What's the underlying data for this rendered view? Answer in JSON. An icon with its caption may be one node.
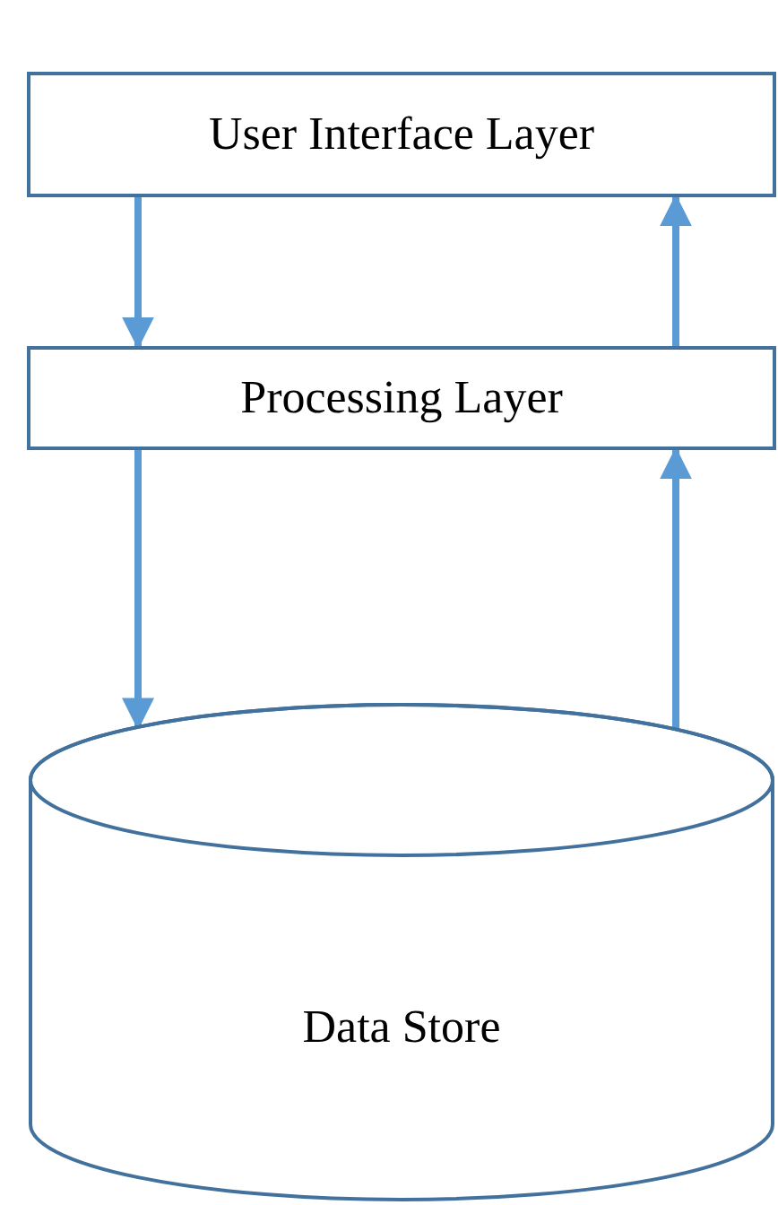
{
  "diagram": {
    "nodes": [
      {
        "text": [
          "User Interface Layer"
        ]
      },
      {
        "text": [
          "Processing Layer"
        ]
      },
      {
        "text": [
          "Data Store"
        ]
      }
    ],
    "edges": [
      {
        "from": 0,
        "to": 1,
        "arrow": "to"
      },
      {
        "from": 1,
        "to": 0,
        "arrow": "to"
      },
      {
        "from": 1,
        "to": 2,
        "arrow": "to"
      },
      {
        "from": 2,
        "to": 1,
        "arrow": "to"
      }
    ]
  }
}
